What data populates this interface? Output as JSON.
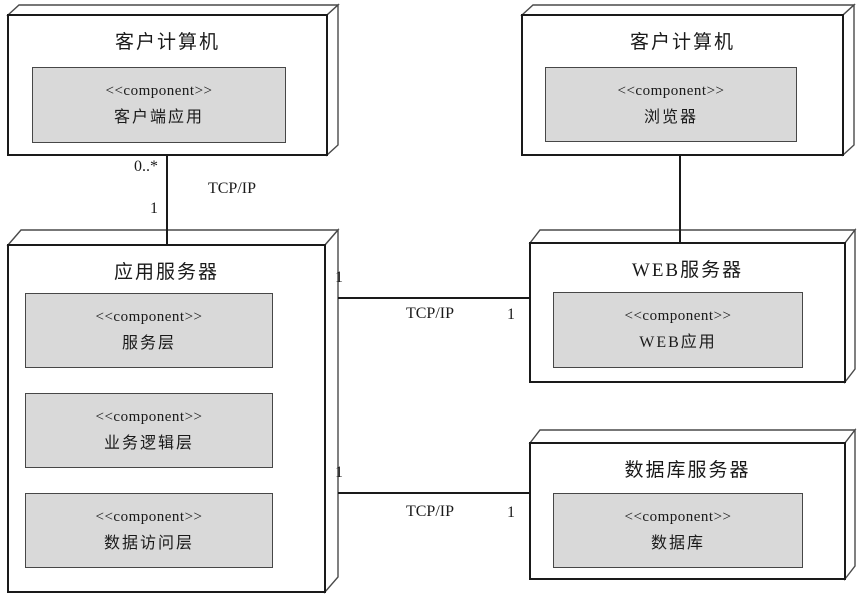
{
  "nodes": [
    {
      "title": "客户计算机",
      "components": [
        {
          "stereotype": "<<component>>",
          "name": "客户端应用"
        }
      ]
    },
    {
      "title": "客户计算机",
      "components": [
        {
          "stereotype": "<<component>>",
          "name": "浏览器"
        }
      ]
    },
    {
      "title": "应用服务器",
      "components": [
        {
          "stereotype": "<<component>>",
          "name": "服务层"
        },
        {
          "stereotype": "<<component>>",
          "name": "业务逻辑层"
        },
        {
          "stereotype": "<<component>>",
          "name": "数据访问层"
        }
      ]
    },
    {
      "title": "WEB服务器",
      "components": [
        {
          "stereotype": "<<component>>",
          "name": "WEB应用"
        }
      ]
    },
    {
      "title": "数据库服务器",
      "components": [
        {
          "stereotype": "<<component>>",
          "name": "数据库"
        }
      ]
    }
  ],
  "connections": [
    {
      "from": "客户计算机",
      "to": "应用服务器",
      "protocol": "TCP/IP",
      "source_multiplicity": "0..*",
      "target_multiplicity": "1"
    },
    {
      "from": "客户计算机",
      "to": "WEB服务器",
      "protocol": "",
      "source_multiplicity": "",
      "target_multiplicity": ""
    },
    {
      "from": "应用服务器",
      "to": "WEB服务器",
      "protocol": "TCP/IP",
      "source_multiplicity": "1",
      "target_multiplicity": "1"
    },
    {
      "from": "应用服务器",
      "to": "数据库服务器",
      "protocol": "TCP/IP",
      "source_multiplicity": "1",
      "target_multiplicity": "1"
    }
  ],
  "colors": {
    "node_fill": "#ffffff",
    "component_fill": "#d9d9d9",
    "line": "#1a1a1a",
    "back_edge": "#4a4a4a"
  }
}
